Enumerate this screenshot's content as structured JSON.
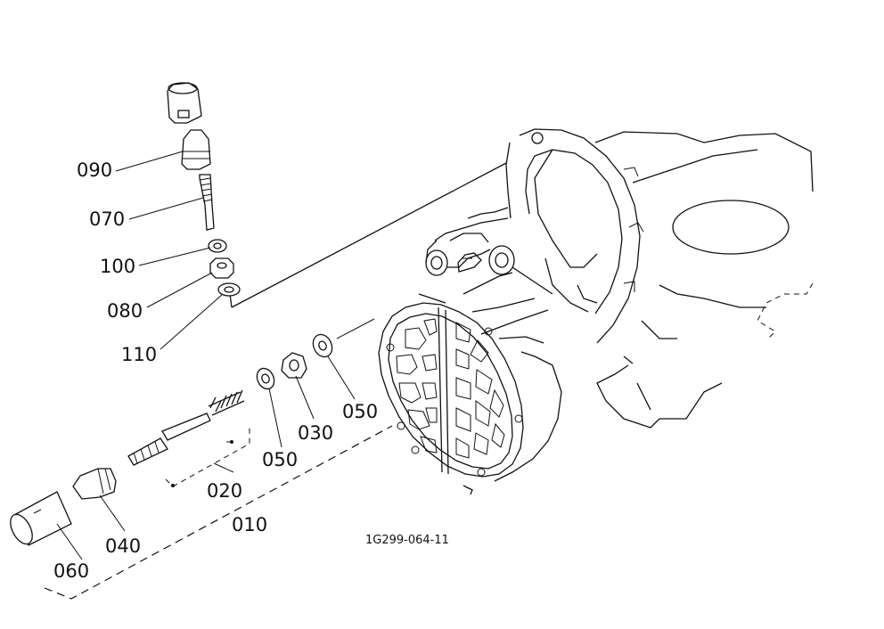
{
  "diagram": {
    "drawing_code": "1G299-064-11",
    "callouts": [
      {
        "id": "090",
        "label": "090"
      },
      {
        "id": "070",
        "label": "070"
      },
      {
        "id": "100",
        "label": "100"
      },
      {
        "id": "080",
        "label": "080"
      },
      {
        "id": "110",
        "label": "110"
      },
      {
        "id": "050a",
        "label": "050"
      },
      {
        "id": "050b",
        "label": "050"
      },
      {
        "id": "030",
        "label": "030"
      },
      {
        "id": "020",
        "label": "020"
      },
      {
        "id": "010",
        "label": "010"
      },
      {
        "id": "040",
        "label": "040"
      },
      {
        "id": "060",
        "label": "060"
      }
    ]
  }
}
